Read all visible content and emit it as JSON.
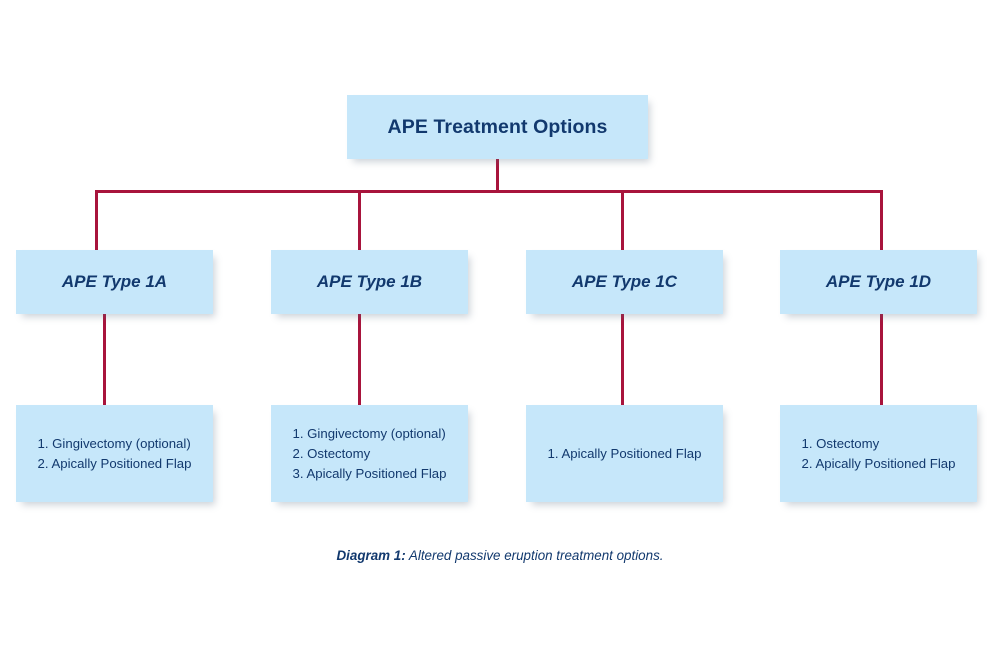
{
  "diagram": {
    "root": {
      "label": "APE Treatment Options"
    },
    "branches": [
      {
        "type_label": "APE Type 1A",
        "steps": [
          "1. Gingivectomy (optional)",
          "2. Apically Positioned Flap"
        ]
      },
      {
        "type_label": "APE Type 1B",
        "steps": [
          "1. Gingivectomy (optional)",
          "2. Ostectomy",
          "3. Apically Positioned Flap"
        ]
      },
      {
        "type_label": "APE Type 1C",
        "steps": [
          "1. Apically Positioned Flap"
        ]
      },
      {
        "type_label": "APE Type 1D",
        "steps": [
          "1. Ostectomy",
          "2. Apically Positioned Flap"
        ]
      }
    ],
    "caption": {
      "label": "Diagram 1:",
      "text": " Altered passive eruption treatment options."
    },
    "colors": {
      "box_fill": "#c6e7fa",
      "text": "#12396e",
      "connector": "#a8143c",
      "background": "#ffffff"
    }
  }
}
